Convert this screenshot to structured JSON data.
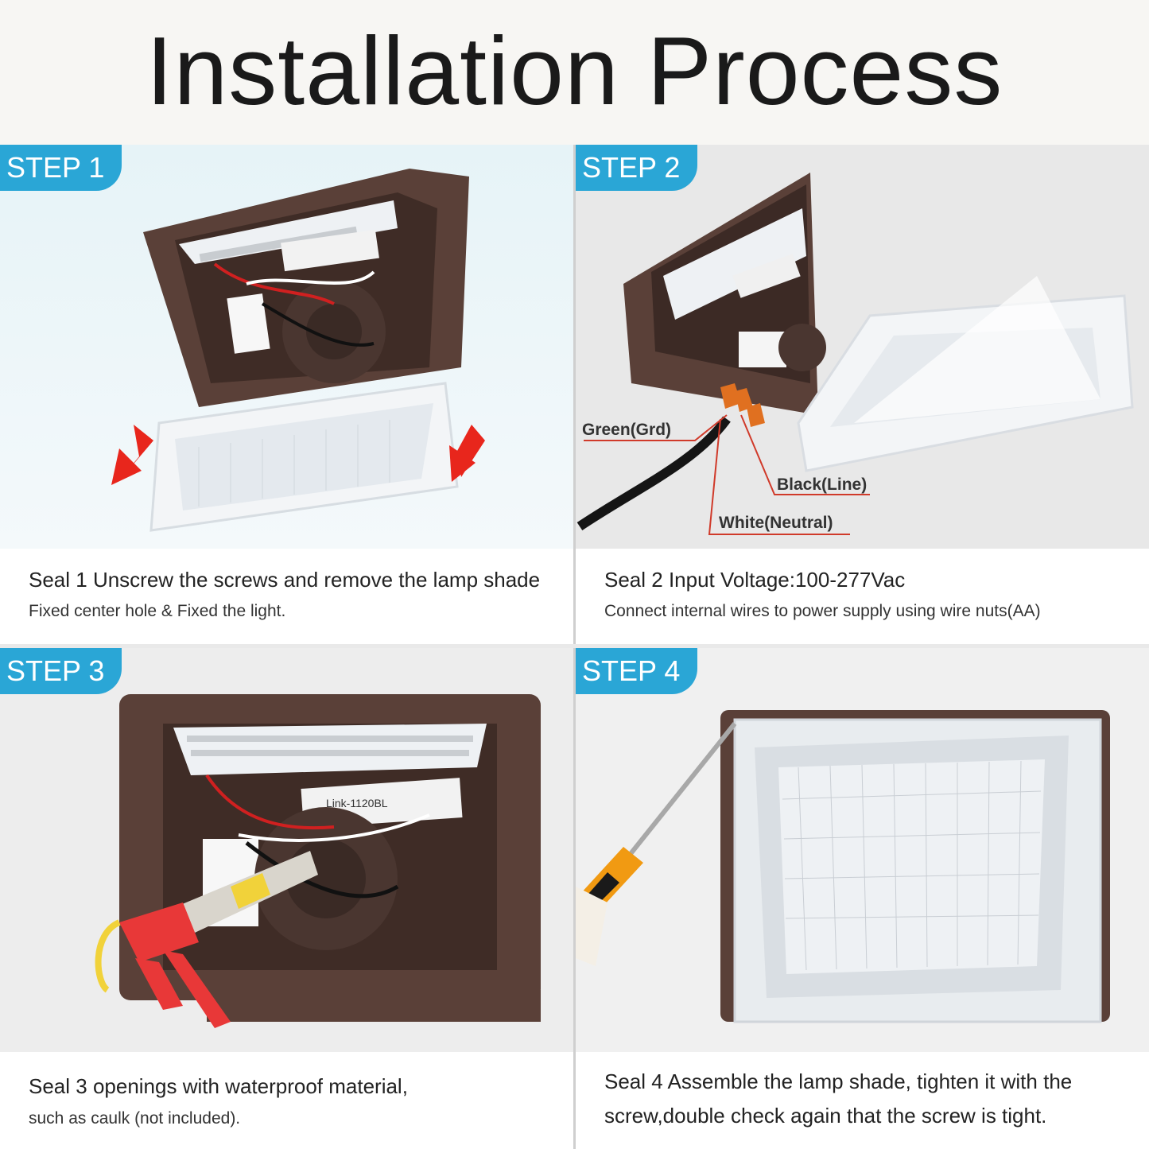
{
  "title": "Installation Process",
  "colors": {
    "badge": "#2aa6d6",
    "housing": "#5a4038",
    "arrow": "#e8261c",
    "wire_label_line": "#d03a2a"
  },
  "steps": [
    {
      "badge": "STEP 1",
      "caption": "Seal 1 Unscrew the screws and remove the lamp shade",
      "subcaption": "Fixed center hole & Fixed the light."
    },
    {
      "badge": "STEP 2",
      "caption": "Seal 2 Input Voltage:100-277Vac",
      "subcaption": "Connect internal wires to power supply using wire nuts(AA)",
      "wire_labels": {
        "green": "Green(Grd)",
        "black": "Black(Line)",
        "white": "White(Neutral)"
      }
    },
    {
      "badge": "STEP 3",
      "caption": "Seal 3 openings with waterproof material,",
      "subcaption": "such as caulk (not included)."
    },
    {
      "badge": "STEP 4",
      "caption": "Seal 4 Assemble the lamp shade, tighten it with the",
      "subcaption": "screw,double check again that the screw is tight."
    }
  ],
  "driver_label": "Link-1120BL"
}
